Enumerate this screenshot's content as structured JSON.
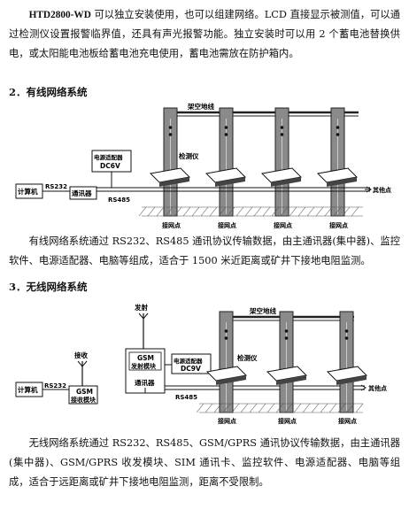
{
  "intro": {
    "model": "HTD2800-WD",
    "text": " 可以独立安装使用，也可以组建网络。LCD 直接显示被测值，可以通过检测仪设置报警临界值，还具有声光报警功能。独立安装时可以用 2 个蓄电池替换供电，或太阳能电池板给蓄电池充电使用，蓄电池需放在防护箱内。"
  },
  "section_wired": {
    "heading": "2．有线网络系统",
    "diagram": {
      "overhead_line": "架空地线",
      "detector": "检测仪",
      "power_adapter_line1": "电源适配器",
      "power_adapter_line2": "DC6V",
      "computer": "计算机",
      "rs232": "RS232",
      "communicator": "通讯器",
      "rs485": "RS485",
      "other_points": "其他点",
      "ground_label": "接网点"
    },
    "description": "有线网络系统通过 RS232、RS485 通讯协议传输数据，由主通讯器(集中器)、监控软件、电源适配器、电脑等组成，适合于 1500 米近距离或矿井下接地电阻监测。"
  },
  "section_wireless": {
    "heading": "3．无线网络系统",
    "diagram": {
      "transmit": "发射",
      "receive": "接收",
      "gsm_tx_line1": "GSM",
      "gsm_tx_line2": "发射模块",
      "communicator": "通讯器",
      "power_adapter_line1": "电源适配器",
      "power_adapter_line2": "DC9V",
      "computer": "计算机",
      "rs232": "RS232",
      "gsm_rx_line1": "GSM",
      "gsm_rx_line2": "接收模块",
      "rs485": "RS485",
      "overhead_line": "架空地线",
      "detector": "检测仪",
      "other_points": "其他点",
      "ground_label": "接网点"
    },
    "description": "无线网络系统通过 RS232、RS485、GSM/GPRS 通讯协议传输数据，由主通讯器(集中器)、GSM/GPRS 收发模块、SIM 通讯卡、监控软件、电源适配器、电脑等组成，适合于远距离或矿井下接地电阻监测，距离不受限制。"
  }
}
